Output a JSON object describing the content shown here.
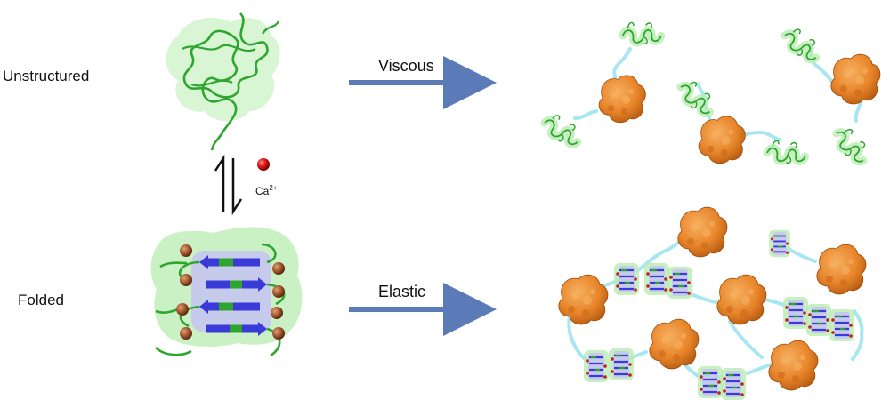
{
  "labels": {
    "unstructured": "Unstructured",
    "folded": "Folded",
    "viscous": "Viscous",
    "elastic": "Elastic",
    "calcium": "Ca",
    "calcium_charge": "2+"
  },
  "colors": {
    "ribbon_green": "#2ea52e",
    "surface_green": "#b8ecb0",
    "strand_blue": "#3a3ad8",
    "surface_lavender": "#c6c6f0",
    "calcium_red": "#d41a1a",
    "bound_ca_brown": "#a0522d",
    "protein_orange": "#e8852a",
    "linker_cyan": "#a8e6f2",
    "arrow_blue": "#5a7ab8"
  },
  "icons": {
    "equilibrium": "equilibrium-half-arrows-icon",
    "calcium": "calcium-ion-sphere-icon",
    "process_arrow": "right-arrow-icon"
  }
}
